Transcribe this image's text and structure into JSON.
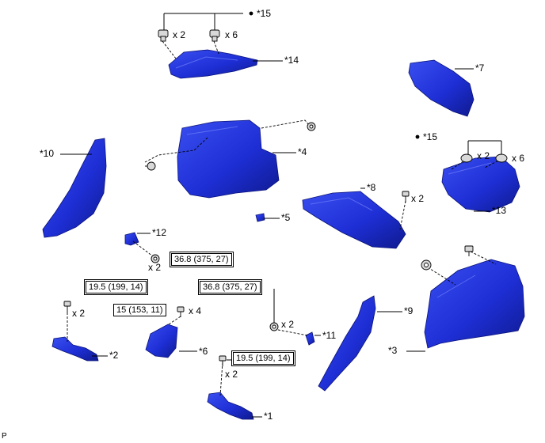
{
  "colors": {
    "part_fill": "#1e2fd6",
    "part_dark": "#0f1a8f",
    "part_light": "#4a5bf0",
    "line": "#000000",
    "fastener": "#cfcfcf"
  },
  "parts": {
    "p1": "*1",
    "p2": "*2",
    "p3": "*3",
    "p4": "*4",
    "p5": "*5",
    "p6": "*6",
    "p7": "*7",
    "p8": "*8",
    "p9": "*9",
    "p10": "*10",
    "p11": "*11",
    "p12": "*12",
    "p13": "*13",
    "p14": "*14",
    "p15_top": "*15",
    "p15_right": "*15"
  },
  "quantities": {
    "top_clip_a": "x 2",
    "top_clip_b": "x 6",
    "right_clip_a": "x 2",
    "right_clip_b": "x 6",
    "bolt_8": "x 2",
    "bolt_12": "x 2",
    "bolt_2": "x 2",
    "bolt_6": "x 4",
    "bolt_11": "x 2",
    "bolt_1": "x 2"
  },
  "torques": {
    "t12": "36.8 (375, 27)",
    "t2": "19.5 (199, 14)",
    "t6": "15 (153, 11)",
    "t11": "36.8 (375, 27)",
    "t1": "19.5 (199, 14)"
  },
  "footer_code": "P"
}
